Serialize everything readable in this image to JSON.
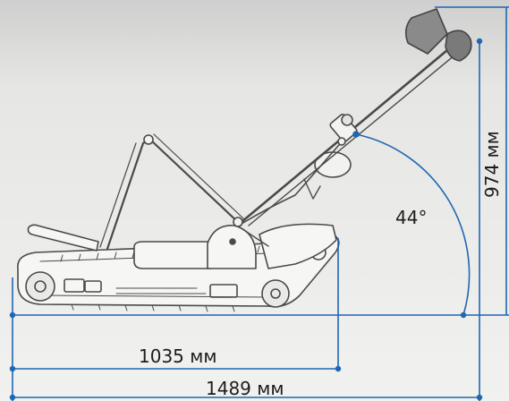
{
  "diagram": {
    "angle_label": "44°",
    "height_label": "974 мм",
    "track_length_label": "1035 мм",
    "total_length_label": "1489 мм"
  },
  "colors": {
    "dimension_line": "#1f67b3",
    "drawing_stroke": "#4a4a4a",
    "background_top": "#d8d8d8",
    "background_bottom": "#efefed"
  }
}
